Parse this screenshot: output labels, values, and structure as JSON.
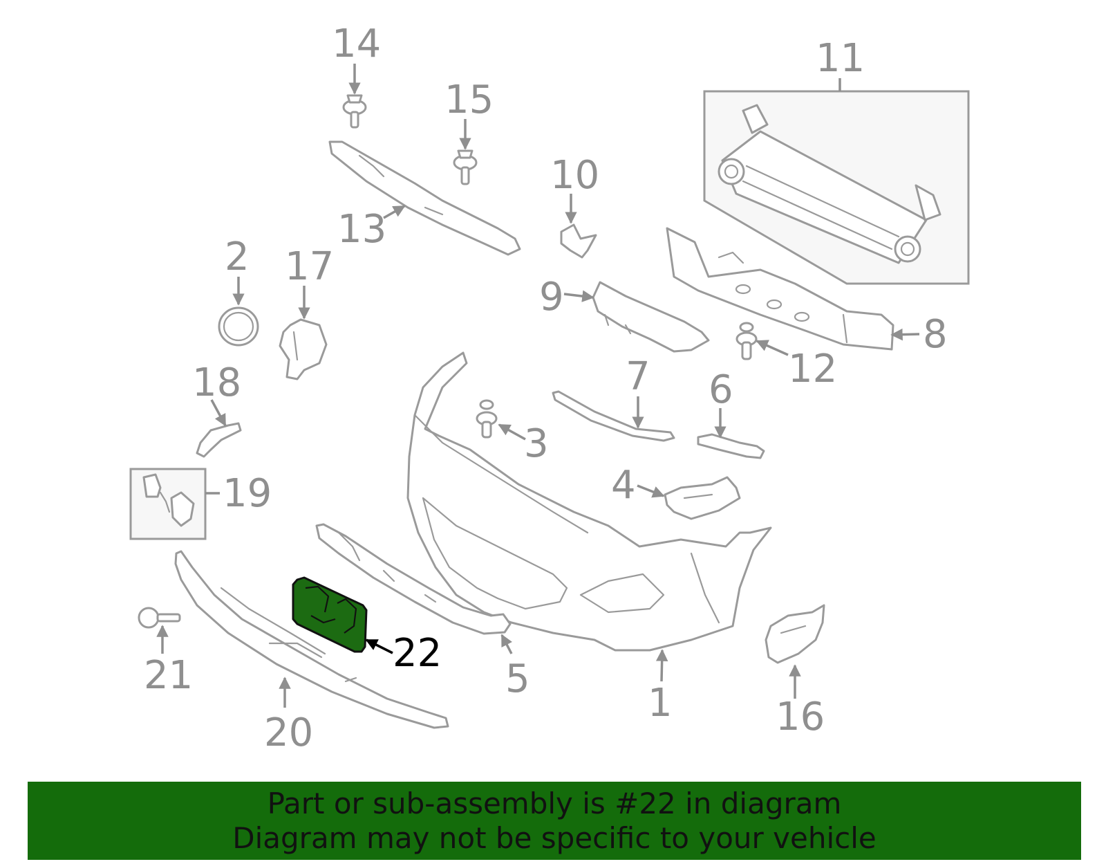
{
  "diagram": {
    "callouts": [
      "1",
      "2",
      "3",
      "4",
      "5",
      "6",
      "7",
      "8",
      "9",
      "10",
      "11",
      "12",
      "13",
      "14",
      "15",
      "16",
      "17",
      "18",
      "19",
      "20",
      "21",
      "22"
    ],
    "highlighted_callout": "22",
    "highlight_color": "#1c6b12"
  },
  "banner": {
    "line1": "Part or sub-assembly is #22 in diagram",
    "line2": "Diagram may not be specific to your vehicle",
    "background": "#146c0b"
  }
}
